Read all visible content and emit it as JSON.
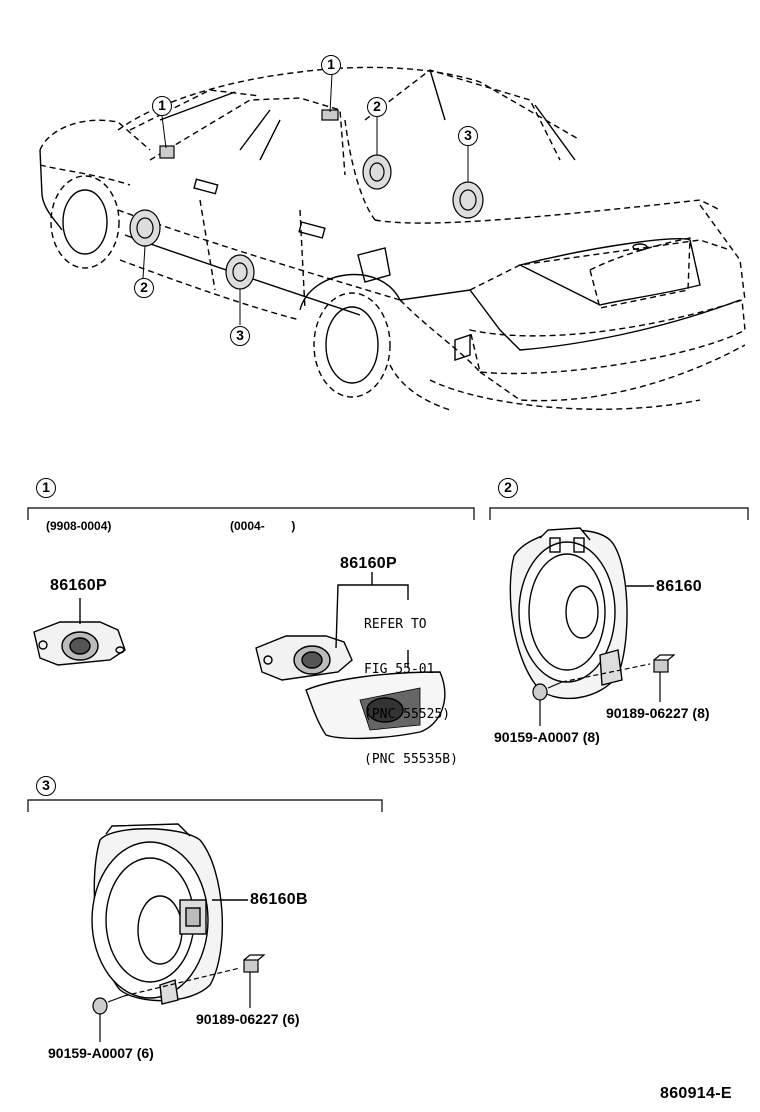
{
  "callouts": {
    "c1": "1",
    "c2": "2",
    "c3": "3"
  },
  "sections": {
    "s1": {
      "date_left": "(9908-0004)",
      "date_right": "(0004-        )",
      "part_left": "86160P",
      "part_right": "86160P",
      "refer": {
        "line1": "REFER TO",
        "line2": "FIG 55-01",
        "line3": "(PNC 55525)",
        "line4": "(PNC 55535B)"
      }
    },
    "s2": {
      "part": "86160",
      "nut": "90189-06227 (8)",
      "screw": "90159-A0007 (8)"
    },
    "s3": {
      "part": "86160B",
      "nut": "90189-06227 (6)",
      "screw": "90159-A0007 (6)"
    }
  },
  "figure_code": "860914-E"
}
